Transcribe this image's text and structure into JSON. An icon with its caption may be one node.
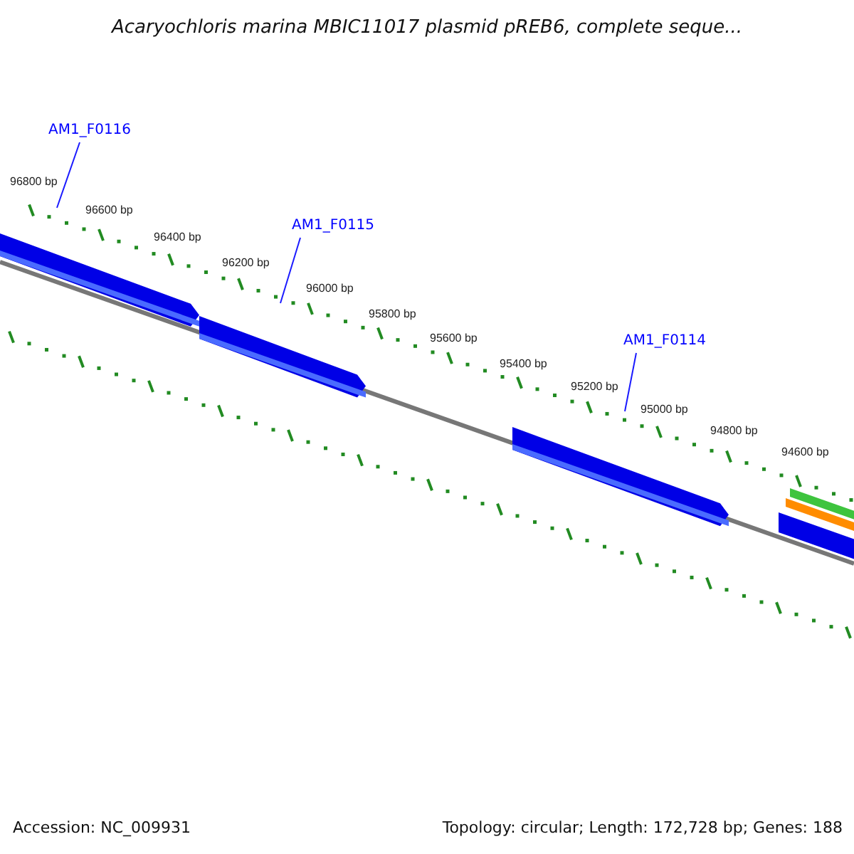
{
  "diagram": {
    "title": "Acaryochloris marina MBIC11017 plasmid pREB6, complete seque...",
    "nodes": [
      {
        "text": [
          "AM1_F0116"
        ]
      },
      {
        "text": [
          "AM1_F0115"
        ]
      },
      {
        "text": [
          "AM1_F0114"
        ]
      }
    ],
    "edges": [
      {
        "from": 0,
        "to": null,
        "arrow": "none"
      },
      {
        "from": 1,
        "to": null,
        "arrow": "none"
      },
      {
        "from": 2,
        "to": null,
        "arrow": "none"
      }
    ],
    "labels": [
      "96800 bp",
      "96600 bp",
      "96400 bp",
      "96200 bp",
      "96000 bp",
      "95800 bp",
      "95600 bp",
      "95400 bp",
      "95200 bp",
      "95000 bp",
      "94800 bp",
      "94600 bp",
      "Accession: NC_009931",
      "Topology: circular; Length: 172,728 bp; Genes: 188"
    ]
  }
}
